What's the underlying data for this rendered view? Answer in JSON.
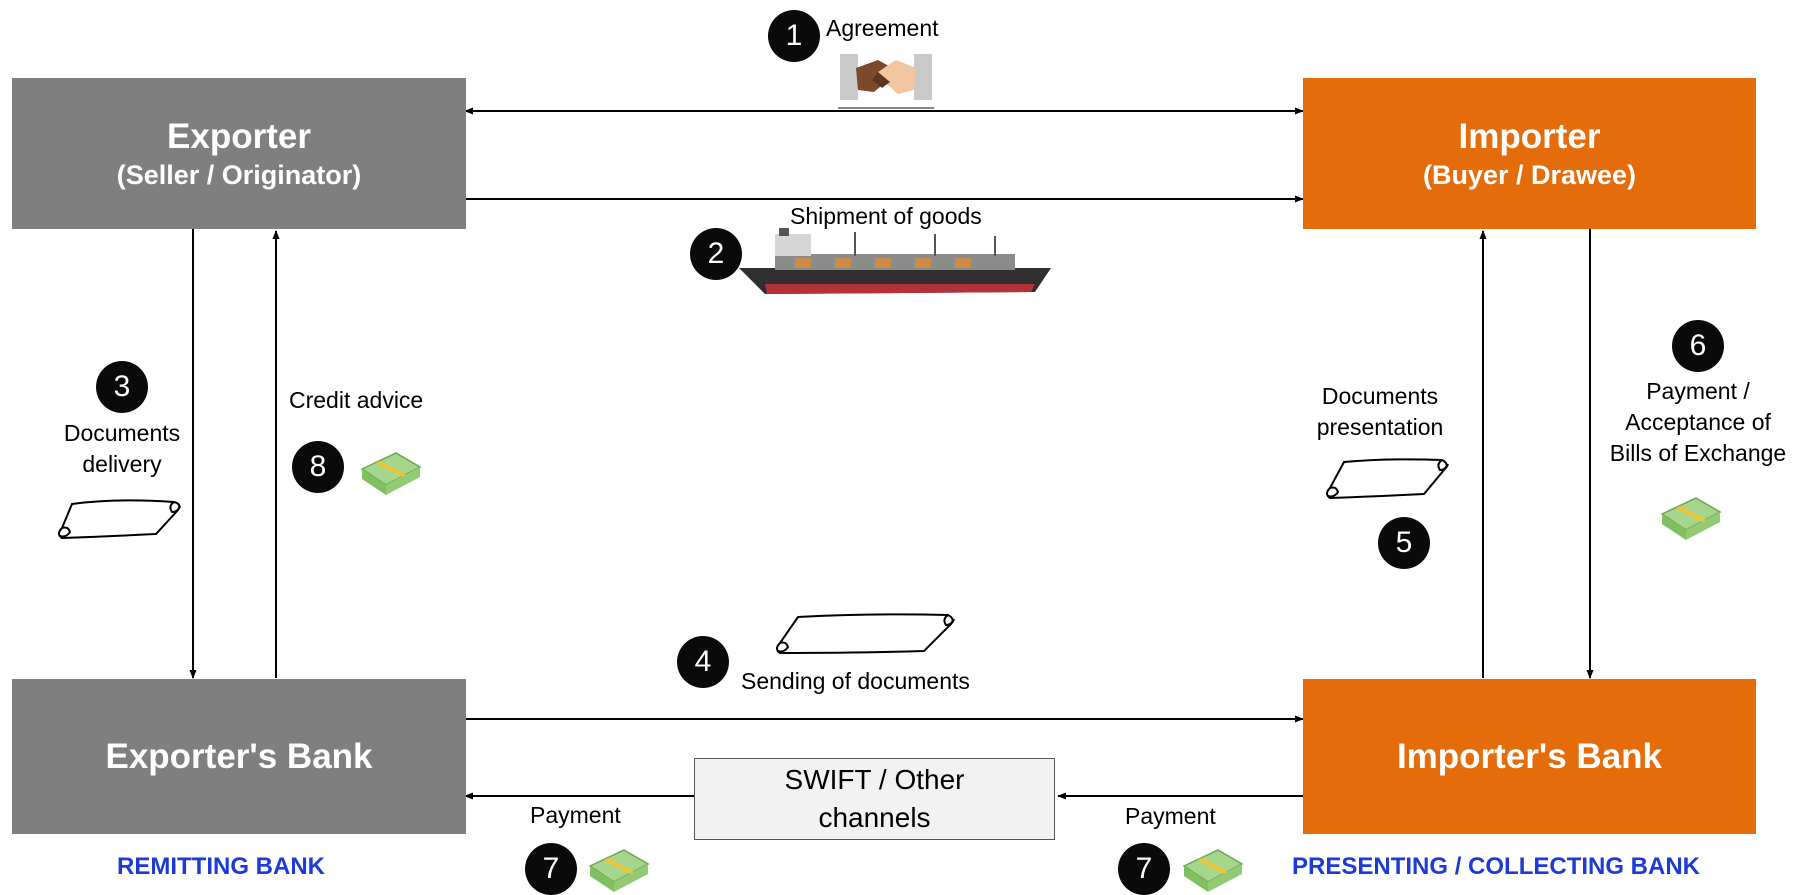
{
  "parties": {
    "exporter": {
      "title": "Exporter",
      "subtitle": "(Seller / Originator)"
    },
    "importer": {
      "title": "Importer",
      "subtitle": "(Buyer / Drawee)"
    },
    "exporters_bank": {
      "title": "Exporter's Bank",
      "role": "REMITTING BANK"
    },
    "importers_bank": {
      "title": "Importer's Bank",
      "role": "PRESENTING / COLLECTING BANK"
    }
  },
  "swift": {
    "line1": "SWIFT / Other",
    "line2": "channels"
  },
  "steps": [
    {
      "number": "1",
      "line1": "Agreement",
      "icon": "handshake-icon"
    },
    {
      "number": "2",
      "line1": "Shipment of goods",
      "icon": "ship-icon"
    },
    {
      "number": "3",
      "line1": "Documents",
      "line2": "delivery",
      "icon": "document-scroll-icon"
    },
    {
      "number": "4",
      "line1": "Sending of documents",
      "icon": "document-scroll-icon"
    },
    {
      "number": "5",
      "line1": "Documents",
      "line2": "presentation",
      "icon": "document-scroll-icon"
    },
    {
      "number": "6",
      "line1": "Payment /",
      "line2": "Acceptance of",
      "line3": "Bills of Exchange",
      "icon": "money-stack-icon"
    },
    {
      "number": "7",
      "line1": "Payment",
      "icon": "money-stack-icon"
    },
    {
      "number": "8",
      "line1": "Credit advice",
      "icon": "money-stack-icon"
    }
  ],
  "colors": {
    "exporter_side": "#7f7f7f",
    "importer_side": "#e46c0a",
    "bank_role_text": "#1c3bd6",
    "step_badge": "#0a0a0a"
  }
}
